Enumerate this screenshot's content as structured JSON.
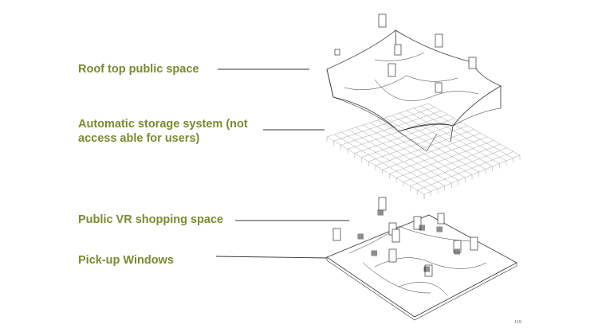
{
  "labels": {
    "roof": "Roof top public space",
    "storage_1": "Automatic storage system (not",
    "storage_2": "access able for users)",
    "vr": "Public VR shopping space",
    "pickup": "Pick-up Windows"
  },
  "page_number": "119",
  "colors": {
    "label": "#7a8a2e",
    "line": "#333333",
    "grid": "#9a9a9a"
  }
}
